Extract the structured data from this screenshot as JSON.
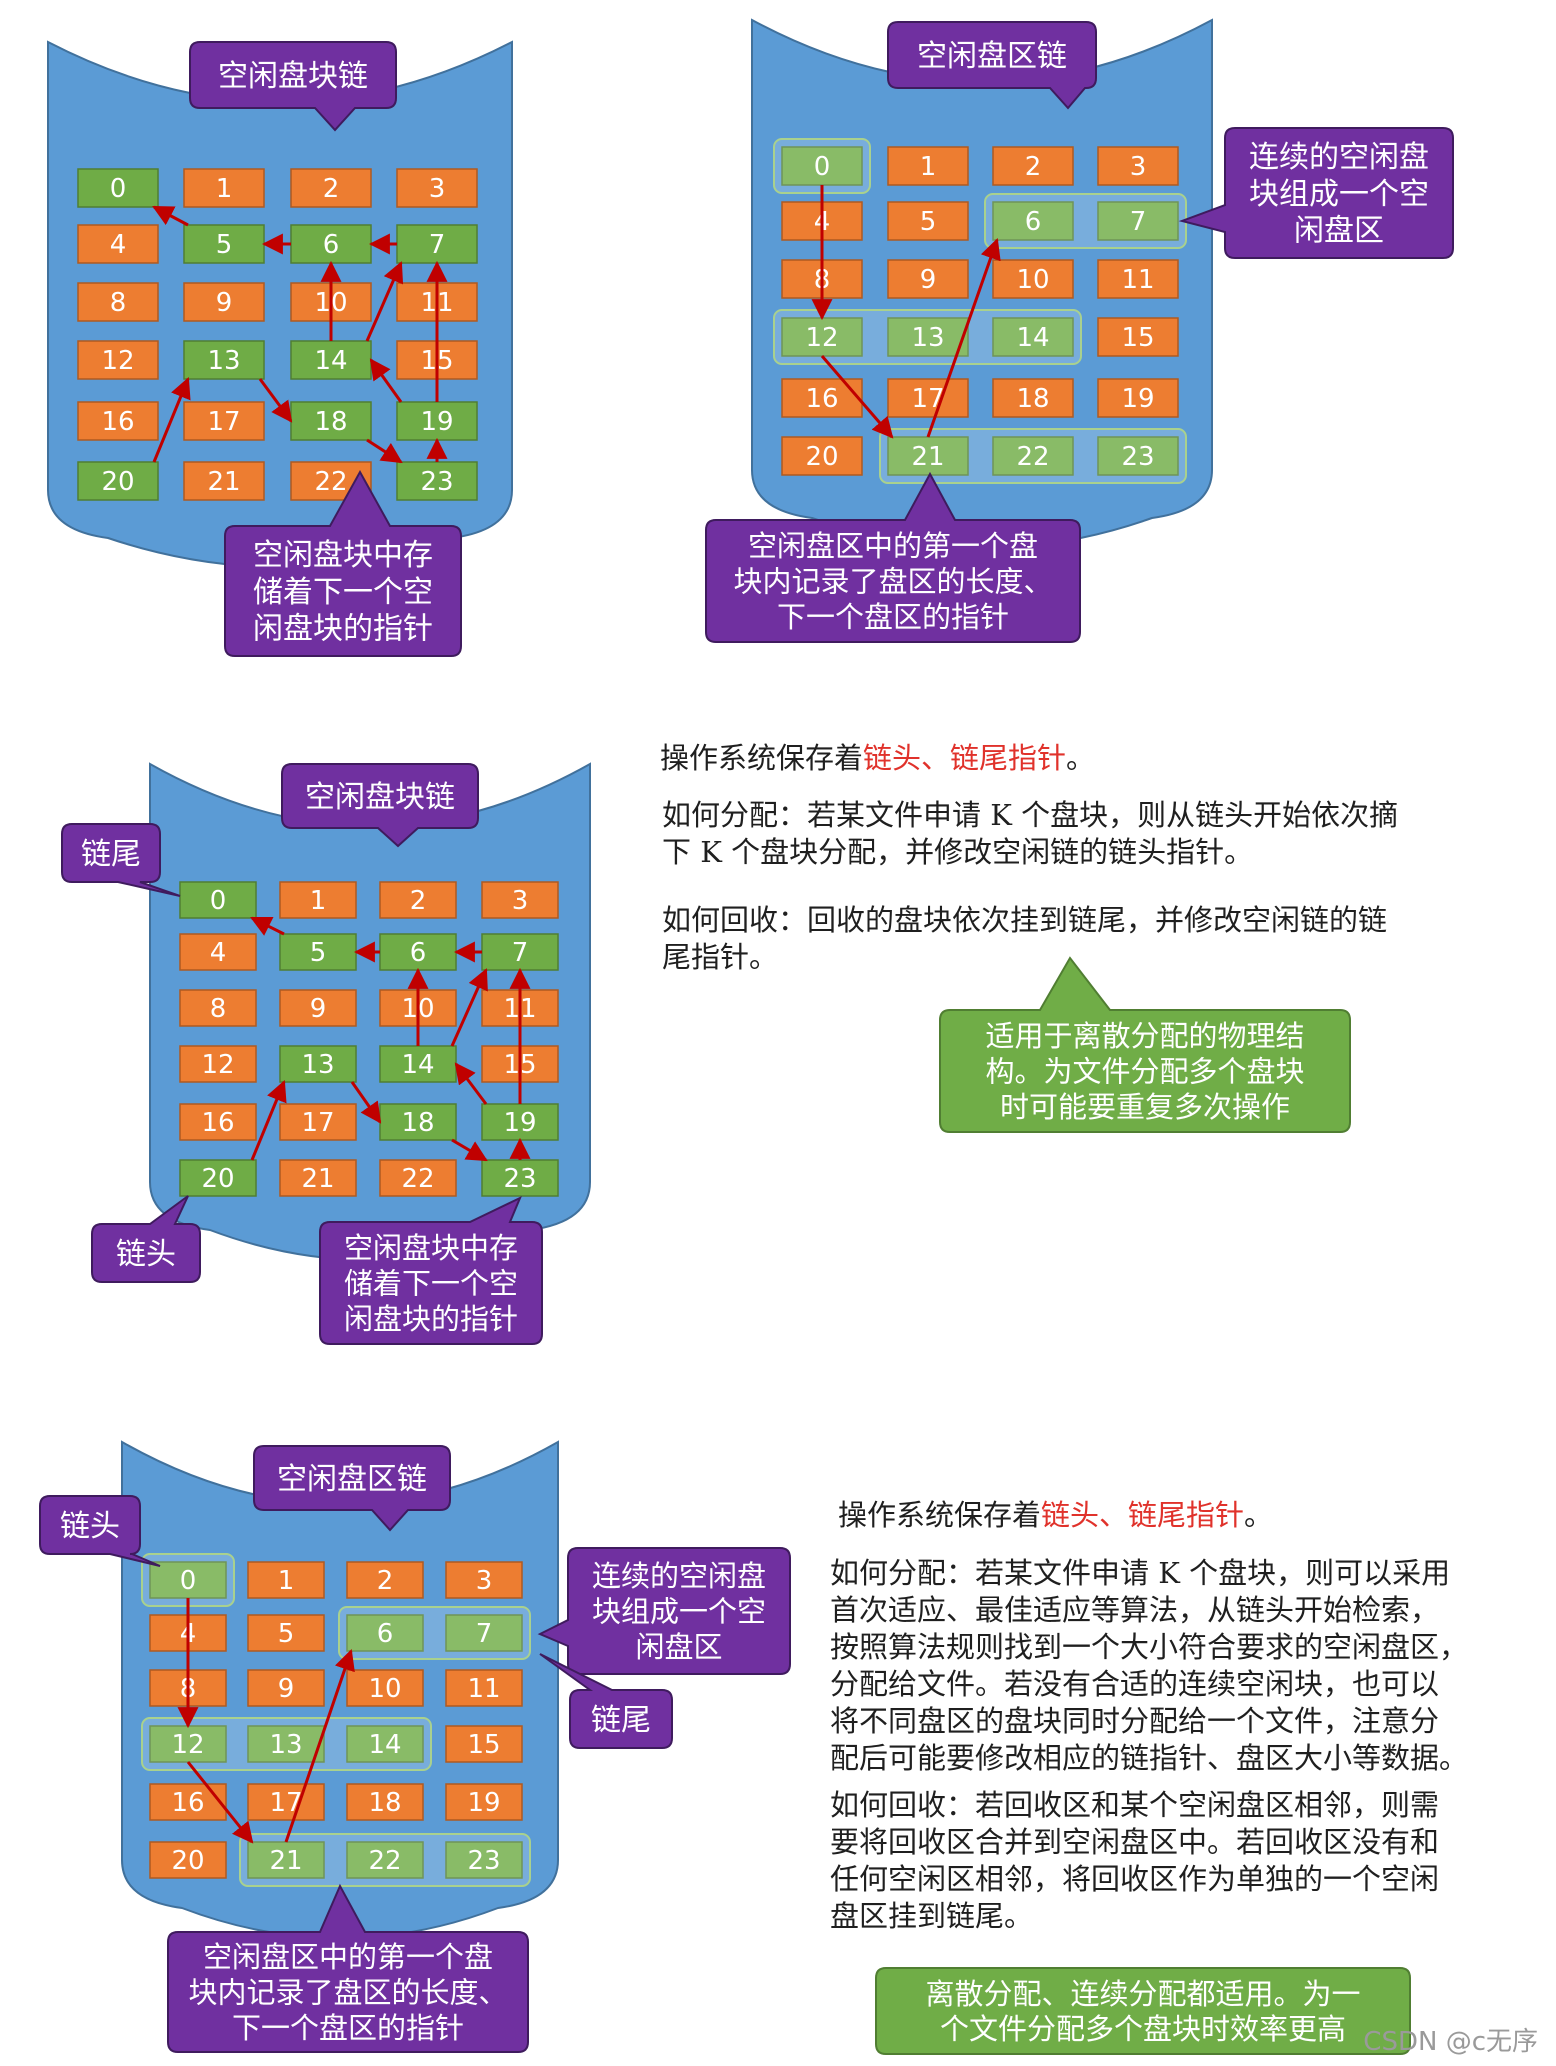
{
  "diagrams": [
    {
      "title": "空闲盘块链",
      "note": [
        "空闲盘块中存",
        "储着下一个空",
        "闲盘块的指针"
      ]
    },
    {
      "title": "空闲盘区链",
      "note_right": [
        "连续的空闲盘",
        "块组成一个空",
        "闲盘区"
      ],
      "note": [
        "空闲盘区中的第一个盘",
        "块内记录了盘区的长度、",
        "下一个盘区的指针"
      ]
    },
    {
      "title": "空闲盘块链",
      "tail_label": "链尾",
      "head_label": "链头",
      "note": [
        "空闲盘块中存",
        "储着下一个空",
        "闲盘块的指针"
      ]
    },
    {
      "title": "空闲盘区链",
      "head_label": "链头",
      "tail_label": "链尾",
      "note_right": [
        "连续的空闲盘",
        "块组成一个空",
        "闲盘区"
      ],
      "note": [
        "空闲盘区中的第一个盘",
        "块内记录了盘区的长度、",
        "下一个盘区的指针"
      ]
    }
  ],
  "block_numbers": [
    "0",
    "1",
    "2",
    "3",
    "4",
    "5",
    "6",
    "7",
    "8",
    "9",
    "10",
    "11",
    "12",
    "13",
    "14",
    "15",
    "16",
    "17",
    "18",
    "19",
    "20",
    "21",
    "22",
    "23"
  ],
  "free_blocks_chain": [
    "0",
    "5",
    "6",
    "7",
    "13",
    "14",
    "18",
    "19",
    "20",
    "23"
  ],
  "free_blocks_region": [
    "0",
    "6",
    "7",
    "12",
    "13",
    "14",
    "21",
    "22",
    "23"
  ],
  "colors": {
    "free": "#6fac46",
    "used": "#ed7d31",
    "disk": "#5b9bd5",
    "callout": "#7030a0",
    "green_note": "#70ad47",
    "arrow": "#c00000"
  },
  "section3": {
    "line1_pre": "操作系统保存着",
    "line1_red": "链头、链尾指针",
    "line1_post": "。",
    "alloc": [
      "如何分配：若某文件申请 K 个盘块，则从链头开始依次摘",
      "下 K 个盘块分配，并修改空闲链的链头指针。"
    ],
    "recycle": [
      "如何回收：回收的盘块依次挂到链尾，并修改空闲链的链",
      "尾指针。"
    ],
    "green_note": [
      "适用于离散分配的物理结",
      "构。为文件分配多个盘块",
      "时可能要重复多次操作"
    ]
  },
  "section4": {
    "line1_pre": "操作系统保存着",
    "line1_red": "链头、链尾指针",
    "line1_post": "。",
    "alloc": [
      "如何分配：若某文件申请 K 个盘块，则可以采用",
      "首次适应、最佳适应等算法，从链头开始检索，",
      "按照算法规则找到一个大小符合要求的空闲盘区，",
      "分配给文件。若没有合适的连续空闲块，也可以",
      "将不同盘区的盘块同时分配给一个文件，注意分",
      "配后可能要修改相应的链指针、盘区大小等数据。"
    ],
    "recycle": [
      "如何回收：若回收区和某个空闲盘区相邻，则需",
      "要将回收区合并到空闲盘区中。若回收区没有和",
      "任何空闲区相邻，将回收区作为单独的一个空闲",
      "盘区挂到链尾。"
    ],
    "green_note": [
      "离散分配、连续分配都适用。为一",
      "个文件分配多个盘块时效率更高"
    ]
  },
  "watermark": "CSDN @c无序"
}
